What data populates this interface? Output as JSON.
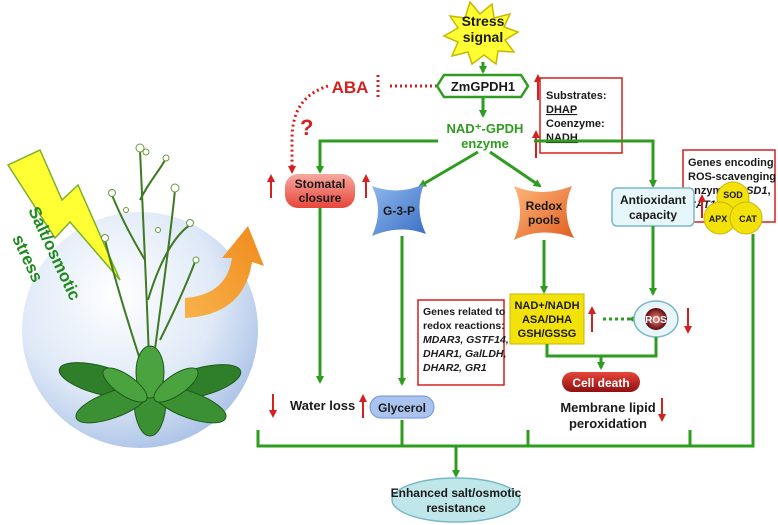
{
  "stress": {
    "label_line1": "Stress",
    "label_line2": "signal"
  },
  "gene": {
    "label": "ZmGPDH1"
  },
  "aba": {
    "label": "ABA",
    "question": "?"
  },
  "enzyme": {
    "line1": "NAD⁺-GPDH",
    "line2": "enzyme"
  },
  "substrates_box": {
    "line1": "Substrates:",
    "line2": "DHAP",
    "line3": "Coenzyme:",
    "line4": "NADH"
  },
  "ros_genes_box": {
    "line1": "Genes encoding",
    "line2": "ROS-scavenging",
    "line3_prefix": "enzymes:",
    "line3_italic": "CSD1",
    "line3_suffix": ",",
    "line4": "CAT1, APX1"
  },
  "stress_side": {
    "line1": "Salt/osmotic",
    "line2": "stress"
  },
  "stomatal": {
    "line1": "Stomatal",
    "line2": "closure"
  },
  "g3p": {
    "label": "G-3-P"
  },
  "redox": {
    "line1": "Redox",
    "line2": "pools"
  },
  "antioxidant": {
    "line1": "Antioxidant",
    "line2": "capacity"
  },
  "enzymes_cluster": {
    "sod": "SOD",
    "apx": "APX",
    "cat": "CAT"
  },
  "redox_genes_box": {
    "line1": "Genes related to",
    "line2": "redox reactions:",
    "line3": "MDAR3, GSTF14,",
    "line4": "DHAR1, GalLDH,",
    "line5": "DHAR2, GR1"
  },
  "redox_pairs": {
    "line1": "NAD+/NADH",
    "line2": "ASA/DHA",
    "line3": "GSH/GSSG"
  },
  "ros": {
    "label": "ROS"
  },
  "cell_death": {
    "label": "Cell death"
  },
  "membrane": {
    "line1": "Membrane lipid",
    "line2": "peroxidation"
  },
  "water_loss": {
    "label": "Water loss"
  },
  "glycerol": {
    "label": "Glycerol"
  },
  "result": {
    "line1": "Enhanced salt/osmotic",
    "line2": "resistance"
  },
  "colors": {
    "green": "#2e9c1f",
    "red": "#d42020",
    "yellow": "#ffff33",
    "orange": "#f59a2a",
    "blue": "#5b8fd6",
    "teal": "#bfe6e8"
  }
}
